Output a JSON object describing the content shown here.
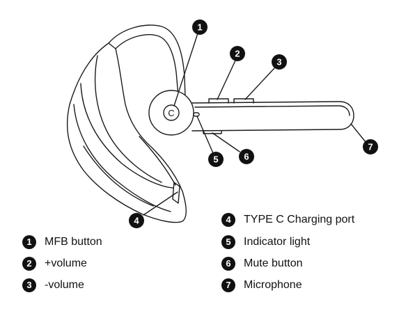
{
  "callouts": [
    {
      "number": "1",
      "label": "MFB button"
    },
    {
      "number": "2",
      "label": "+volume"
    },
    {
      "number": "3",
      "label": "-volume"
    },
    {
      "number": "4",
      "label": "TYPE C Charging port"
    },
    {
      "number": "5",
      "label": "Indicator light"
    },
    {
      "number": "6",
      "label": "Mute button"
    },
    {
      "number": "7",
      "label": "Microphone"
    }
  ],
  "logo_glyph": "C"
}
